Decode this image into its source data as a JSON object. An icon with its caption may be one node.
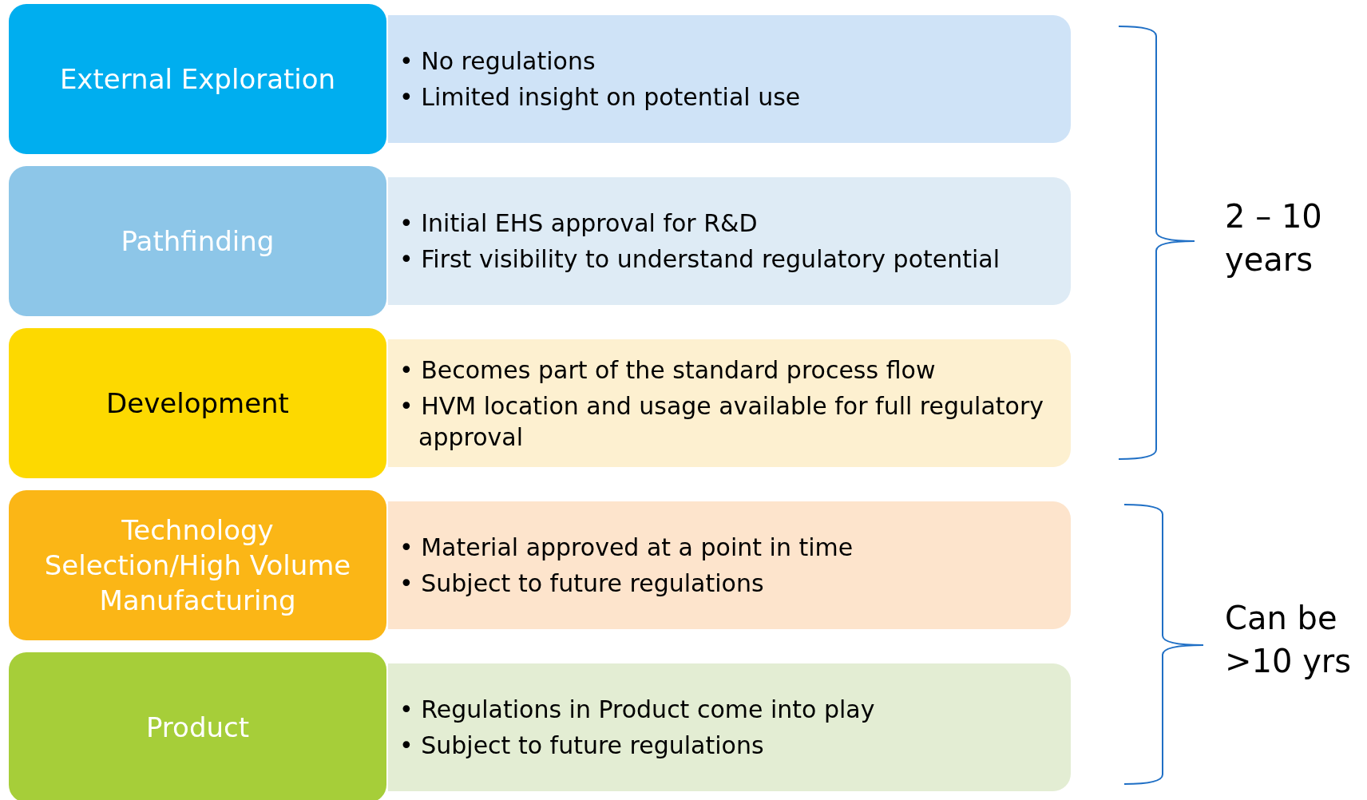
{
  "diagram": {
    "nodes": [
      {
        "text": [
          "External Exploration"
        ]
      },
      {
        "text": [
          "• No regulations",
          "• Limited insight on potential use"
        ]
      },
      {
        "text": [
          "Pathfinding"
        ]
      },
      {
        "text": [
          "• Initial EHS approval for R&D",
          "• First visibility to understand regulatory potential"
        ]
      },
      {
        "text": [
          "Development"
        ]
      },
      {
        "text": [
          "• Becomes part of the standard process flow",
          "• HVM location and usage available for full regulatory approval"
        ]
      },
      {
        "text": [
          "Technology Selection/High Volume Manufacturing"
        ]
      },
      {
        "text": [
          "• Material approved at a point in time",
          "• Subject to future regulations"
        ]
      },
      {
        "text": [
          "Product"
        ]
      },
      {
        "text": [
          "• Regulations in Product come into play",
          "• Subject to future regulations"
        ]
      }
    ],
    "labels": [
      "2 – 10 years",
      "Can be >10 yrs"
    ]
  }
}
